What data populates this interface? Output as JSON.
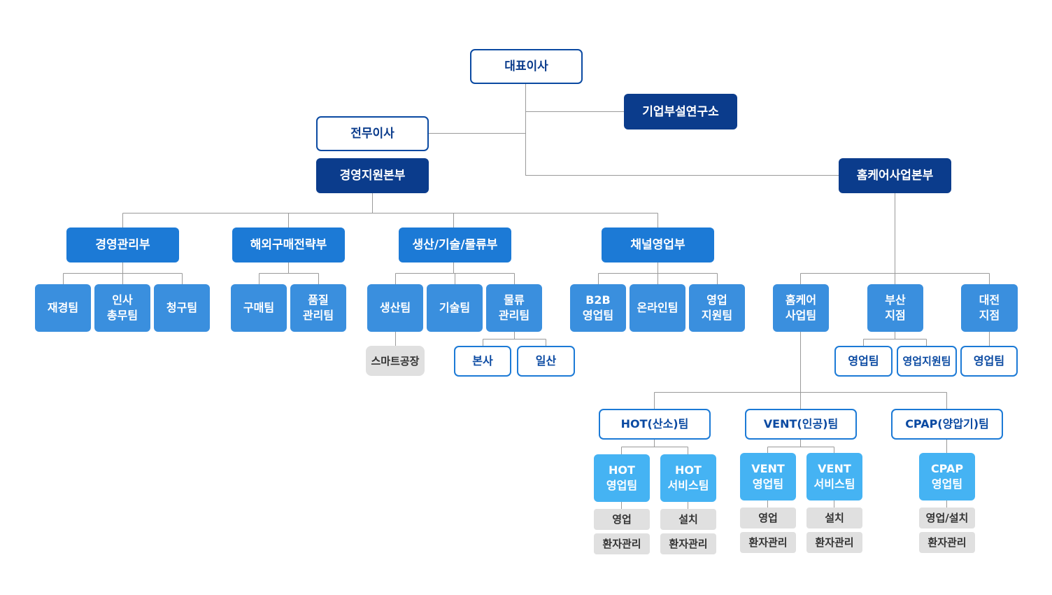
{
  "nodes": {
    "ceo": "대표이사",
    "research_lab": "기업부설연구소",
    "executive_director": "전무이사",
    "management_support_hq": "경영지원본부",
    "homecare_hq": "홈케어사업본부",
    "dept_management": "경영관리부",
    "dept_overseas_purchasing": "해외구매전략부",
    "dept_production": "생산/기술/물류부",
    "dept_channel_sales": "채널영업부",
    "team_finance": "재경팀",
    "team_hr": "인사\n총무팀",
    "team_billing": "청구팀",
    "team_purchasing": "구매팀",
    "team_quality": "품질\n관리팀",
    "team_production": "생산팀",
    "team_tech": "기술팀",
    "team_logistics": "물류\n관리팀",
    "smart_factory": "스마트공장",
    "logistics_hq": "본사",
    "logistics_ilsan": "일산",
    "team_b2b": "B2B\n영업팀",
    "team_online": "온라인팀",
    "team_sales_support": "영업\n지원팀",
    "team_homecare": "홈케어\n사업팀",
    "branch_busan": "부산\n지점",
    "branch_daejeon": "대전\n지점",
    "busan_sales": "영업팀",
    "busan_sales_support": "영업지원팀",
    "daejeon_sales": "영업팀",
    "team_hot": "HOT(산소)팀",
    "team_vent": "VENT(인공)팀",
    "team_cpap": "CPAP(양압기)팀",
    "hot_sales": "HOT\n영업팀",
    "hot_service": "HOT\n서비스팀",
    "vent_sales": "VENT\n영업팀",
    "vent_service": "VENT\n서비스팀",
    "cpap_sales": "CPAP\n영업팀",
    "hot_sales_t1": "영업",
    "hot_sales_t2": "환자관리",
    "hot_service_t1": "설치",
    "hot_service_t2": "환자관리",
    "vent_sales_t1": "영업",
    "vent_sales_t2": "환자관리",
    "vent_service_t1": "설치",
    "vent_service_t2": "환자관리",
    "cpap_sales_t1": "영업/설치",
    "cpap_sales_t2": "환자관리"
  },
  "colors": {
    "navy": "#0b3c8c",
    "blue": "#1c7ad6",
    "team_blue": "#3a8fde",
    "sky": "#45b3f3",
    "gray": "#e0e0e0",
    "line": "#999999"
  }
}
